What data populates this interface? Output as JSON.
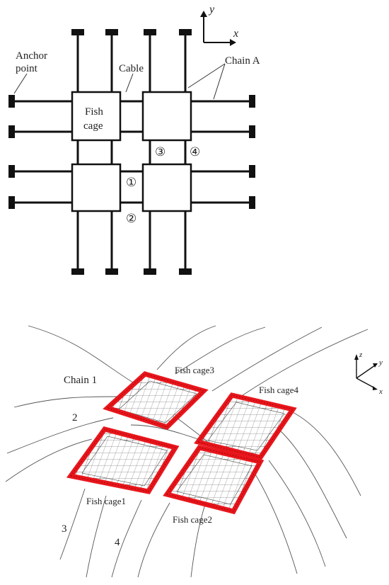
{
  "top_diagram": {
    "labels": {
      "anchor_line1": "Anchor",
      "anchor_line2": "point",
      "cable": "Cable",
      "chain_a": "Chain A",
      "fish_line1": "Fish",
      "fish_line2": "cage",
      "axis_x": "x",
      "axis_y": "y"
    },
    "markers": [
      "①",
      "②",
      "③",
      "④"
    ]
  },
  "bottom_diagram": {
    "chain_labels": [
      "Chain 1",
      "2",
      "3",
      "4"
    ],
    "cage_labels": [
      "Fish cage1",
      "Fish cage2",
      "Fish cage3",
      "Fish cage4"
    ],
    "axis": {
      "x": "x",
      "y": "y",
      "z": "z"
    },
    "cage_color": "#e8161c"
  }
}
